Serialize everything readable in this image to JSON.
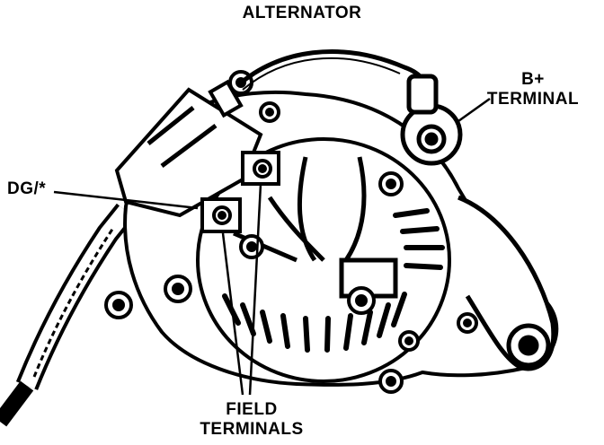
{
  "title": "ALTERNATOR",
  "labels": {
    "b_plus_line1": "B+",
    "b_plus_line2": "TERMINAL",
    "dg": "DG/*",
    "field_line1": "FIELD",
    "field_line2": "TERMINALS"
  },
  "colors": {
    "ink": "#000000",
    "paper": "#ffffff",
    "shade": "#2a2a2a"
  }
}
